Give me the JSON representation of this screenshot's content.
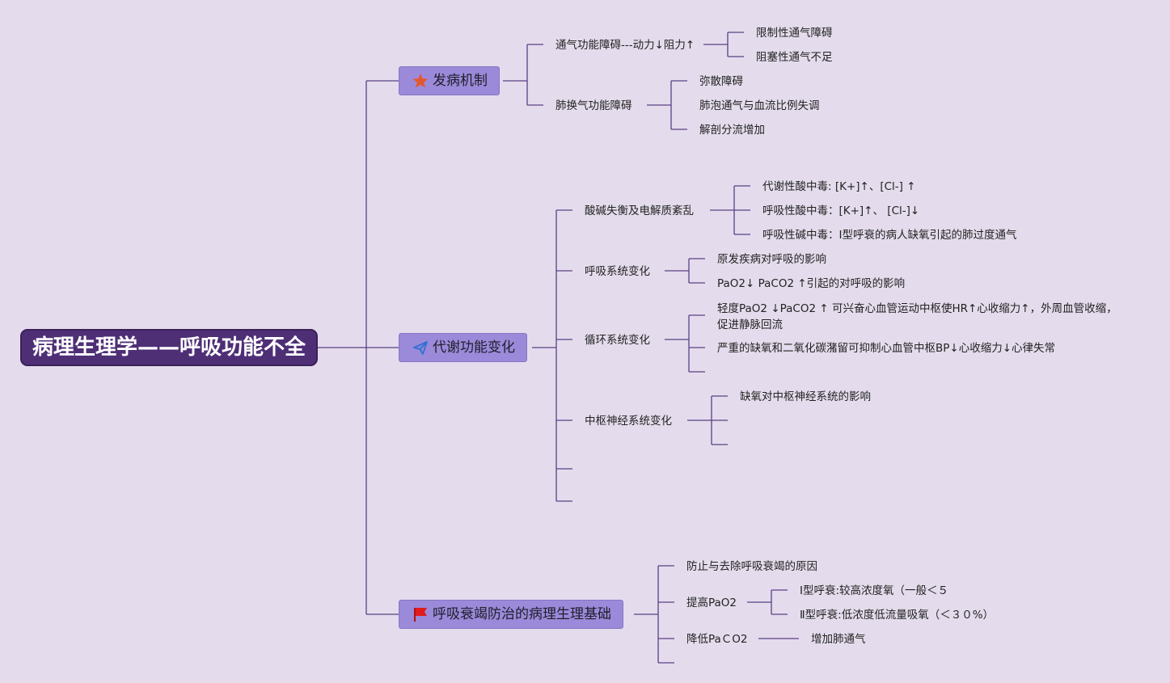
{
  "root": "病理生理学——呼吸功能不全",
  "branches": {
    "b1": {
      "label": "发病机制",
      "icon": "star-icon",
      "c1": {
        "label": "通气功能障碍---动力↓阻力↑",
        "items": [
          "限制性通气障碍",
          "阻塞性通气不足"
        ]
      },
      "c2": {
        "label": "肺换气功能障碍",
        "items": [
          "弥散障碍",
          "肺泡通气与血流比例失调",
          "解剖分流增加"
        ]
      }
    },
    "b2": {
      "label": "代谢功能变化",
      "icon": "paper-plane-icon",
      "c1": {
        "label": "酸碱失衡及电解质紊乱",
        "items": [
          "代谢性酸中毒: [K+]↑、[Cl-] ↑",
          "呼吸性酸中毒：[K+]↑、 [Cl-]↓",
          "呼吸性碱中毒：Ⅰ型呼衰的病人缺氧引起的肺过度通气"
        ]
      },
      "c2": {
        "label": "呼吸系统变化",
        "items": [
          "原发疾病对呼吸的影响",
          "PaO2↓ PaCO2 ↑引起的对呼吸的影响"
        ]
      },
      "c3": {
        "label": "循环系统变化",
        "items": [
          "轻度PaO2 ↓PaCO2 ↑ 可兴奋心血管运动中枢使HR↑心收缩力↑，外周血管收缩，促进静脉回流",
          "严重的缺氧和二氧化碳潴留可抑制心血管中枢BP↓心收缩力↓心律失常"
        ]
      },
      "c4": {
        "label": "中枢神经系统变化",
        "items": [
          "缺氧对中枢神经系统的影响"
        ]
      }
    },
    "b3": {
      "label": "呼吸衰竭防治的病理生理基础",
      "icon": "red-flag-icon",
      "c1": {
        "label": "防止与去除呼吸衰竭的原因"
      },
      "c2": {
        "label": "提高PaO2",
        "items": [
          "Ⅰ型呼衰:较高浓度氧（一般＜５",
          "Ⅱ型呼衰:低浓度低流量吸氧（＜３０%）"
        ]
      },
      "c3": {
        "label": "降低PaＣO2",
        "items": [
          "增加肺通气"
        ]
      }
    }
  },
  "colors": {
    "background": "#e4dcec",
    "root": "#4e2f76",
    "branch": "#9b89d9",
    "line": "#5b3f86"
  }
}
